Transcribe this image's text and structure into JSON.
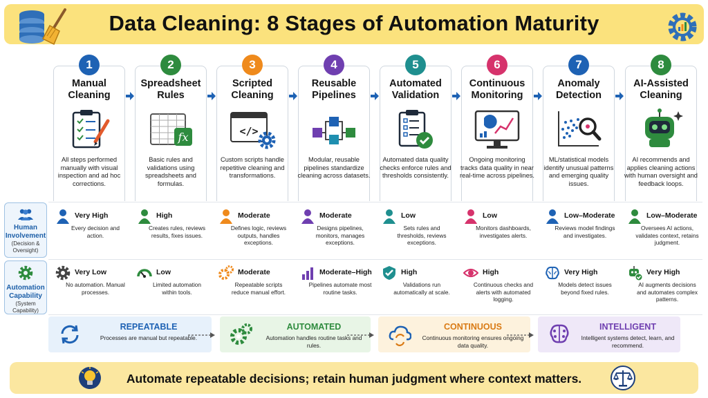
{
  "title": "Data Cleaning: 8 Stages of Automation Maturity",
  "stages": [
    {
      "num": "1",
      "title": "Manual Cleaning",
      "desc": "All steps performed manually with visual inspection and ad hoc corrections.",
      "color": "#1e62b4",
      "icon": "clipboard-pencil-icon"
    },
    {
      "num": "2",
      "title": "Spreadsheet Rules",
      "desc": "Basic rules and validations using spreadsheets and formulas.",
      "color": "#2e8b3e",
      "icon": "spreadsheet-fx-icon"
    },
    {
      "num": "3",
      "title": "Scripted Cleaning",
      "desc": "Custom scripts handle repetitive cleaning and transformations.",
      "color": "#ef8a1c",
      "icon": "code-window-gear-icon"
    },
    {
      "num": "4",
      "title": "Reusable Pipelines",
      "desc": "Modular, reusable pipelines standardize cleaning across datasets.",
      "color": "#6f3fb0",
      "icon": "pipeline-blocks-icon"
    },
    {
      "num": "5",
      "title": "Automated Validation",
      "desc": "Automated data quality checks enforce rules and thresholds consistently.",
      "color": "#1f8f8f",
      "icon": "clipboard-check-icon"
    },
    {
      "num": "6",
      "title": "Continuous Monitoring",
      "desc": "Ongoing monitoring tracks data quality in near real-time across pipelines.",
      "color": "#d6336c",
      "icon": "monitor-chart-icon"
    },
    {
      "num": "7",
      "title": "Anomaly Detection",
      "desc": "ML/statistical models identify unusual patterns and emerging quality issues.",
      "color": "#1e62b4",
      "icon": "scatter-magnifier-icon"
    },
    {
      "num": "8",
      "title": "AI-Assisted Cleaning",
      "desc": "AI recommends and applies cleaning actions with human oversight and feedback loops.",
      "color": "#2e8b3e",
      "icon": "robot-icon"
    }
  ],
  "rows": {
    "human": {
      "label": "Human Involvement",
      "sublabel": "(Decision & Oversight)",
      "icon": "people-icon"
    },
    "automation": {
      "label": "Automation Capability",
      "sublabel": "(System Capability)",
      "icon": "gear-icon"
    }
  },
  "human_involvement": [
    {
      "level": "Very High",
      "text": "Every decision and action.",
      "color": "#1e62b4"
    },
    {
      "level": "High",
      "text": "Creates rules, reviews results, fixes issues.",
      "color": "#2e8b3e"
    },
    {
      "level": "Moderate",
      "text": "Defines logic, reviews outputs, handles exceptions.",
      "color": "#ef8a1c"
    },
    {
      "level": "Moderate",
      "text": "Designs pipelines, monitors, manages exceptions.",
      "color": "#6f3fb0"
    },
    {
      "level": "Low",
      "text": "Sets rules and thresholds, reviews exceptions.",
      "color": "#1f8f8f"
    },
    {
      "level": "Low",
      "text": "Monitors dashboards, investigates alerts.",
      "color": "#d6336c"
    },
    {
      "level": "Low–Moderate",
      "text": "Reviews model findings and investigates.",
      "color": "#1e62b4"
    },
    {
      "level": "Low–Moderate",
      "text": "Oversees AI actions, validates context, retains judgment.",
      "color": "#2e8b3e"
    }
  ],
  "automation_capability": [
    {
      "level": "Very Low",
      "text": "No automation. Manual processes.",
      "icon": "gear-icon"
    },
    {
      "level": "Low",
      "text": "Limited automation within tools.",
      "icon": "gauge-icon"
    },
    {
      "level": "Moderate",
      "text": "Repeatable scripts reduce manual effort.",
      "icon": "gears-icon"
    },
    {
      "level": "Moderate–High",
      "text": "Pipelines automate most routine tasks.",
      "icon": "bar-chart-icon"
    },
    {
      "level": "High",
      "text": "Validations run automatically at scale.",
      "icon": "shield-check-icon"
    },
    {
      "level": "High",
      "text": "Continuous checks and alerts with automated logging.",
      "icon": "eye-icon"
    },
    {
      "level": "Very High",
      "text": "Models detect issues beyond fixed rules.",
      "icon": "brain-icon"
    },
    {
      "level": "Very High",
      "text": "AI augments decisions and automates complex patterns.",
      "icon": "robot-check-icon"
    }
  ],
  "maturity_levels": [
    {
      "title": "REPEATABLE",
      "text": "Processes are manual but repeatable.",
      "color": "#1e62b4",
      "bg": "#e7f1fb",
      "icon": "cycle-arrows-icon"
    },
    {
      "title": "AUTOMATED",
      "text": "Automation handles routine tasks and rules.",
      "color": "#2e8b3e",
      "bg": "#e8f5e6",
      "icon": "gears-icon"
    },
    {
      "title": "CONTINUOUS",
      "text": "Continuous monitoring ensures ongoing data quality.",
      "color": "#d97a14",
      "bg": "#fdf2dd",
      "icon": "cloud-sync-icon"
    },
    {
      "title": "INTELLIGENT",
      "text": "Intelligent systems detect, learn, and recommend.",
      "color": "#6f3fb0",
      "bg": "#efe8f8",
      "icon": "brain-circuit-icon"
    }
  ],
  "footer": "Automate repeatable decisions; retain human judgment where context matters."
}
